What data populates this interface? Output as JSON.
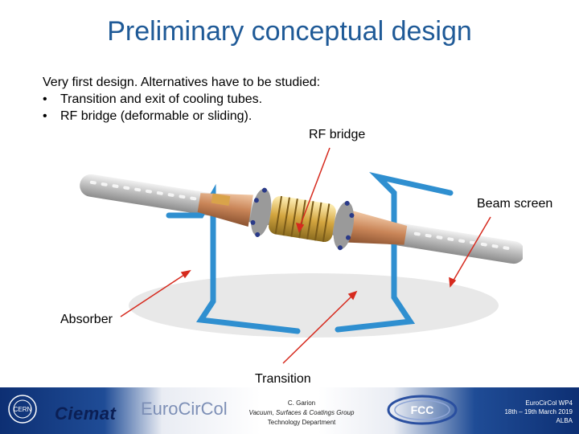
{
  "slide": {
    "title": "Preliminary conceptual design",
    "intro": "Very first design. Alternatives have to be studied:",
    "bullets": [
      "Transition and exit of cooling tubes.",
      "RF bridge (deformable or sliding)."
    ],
    "bullet_char": "•"
  },
  "labels": {
    "rf_bridge": "RF bridge",
    "beam_screen": "Beam screen",
    "absorber": "Absorber",
    "transition": "Transition"
  },
  "footer": {
    "cern_logo": "CERN",
    "ciemat_logo": "Ciemat",
    "eurocircol_logo": "EuroCirCol",
    "fcc_logo": "FCC",
    "author": "C. Garion",
    "group": "Vacuum, Surfaces & Coatings Group",
    "department": "Technology Department",
    "event": "EuroCirCol WP4",
    "dates": "18th – 19th March 2019",
    "venue": "ALBA"
  },
  "colors": {
    "title": "#1f5a97",
    "arrow": "#d62a1e",
    "cooling_tube": "#2f8fd0",
    "copper": "#c98558",
    "footer_dark": "#0d2f73"
  }
}
